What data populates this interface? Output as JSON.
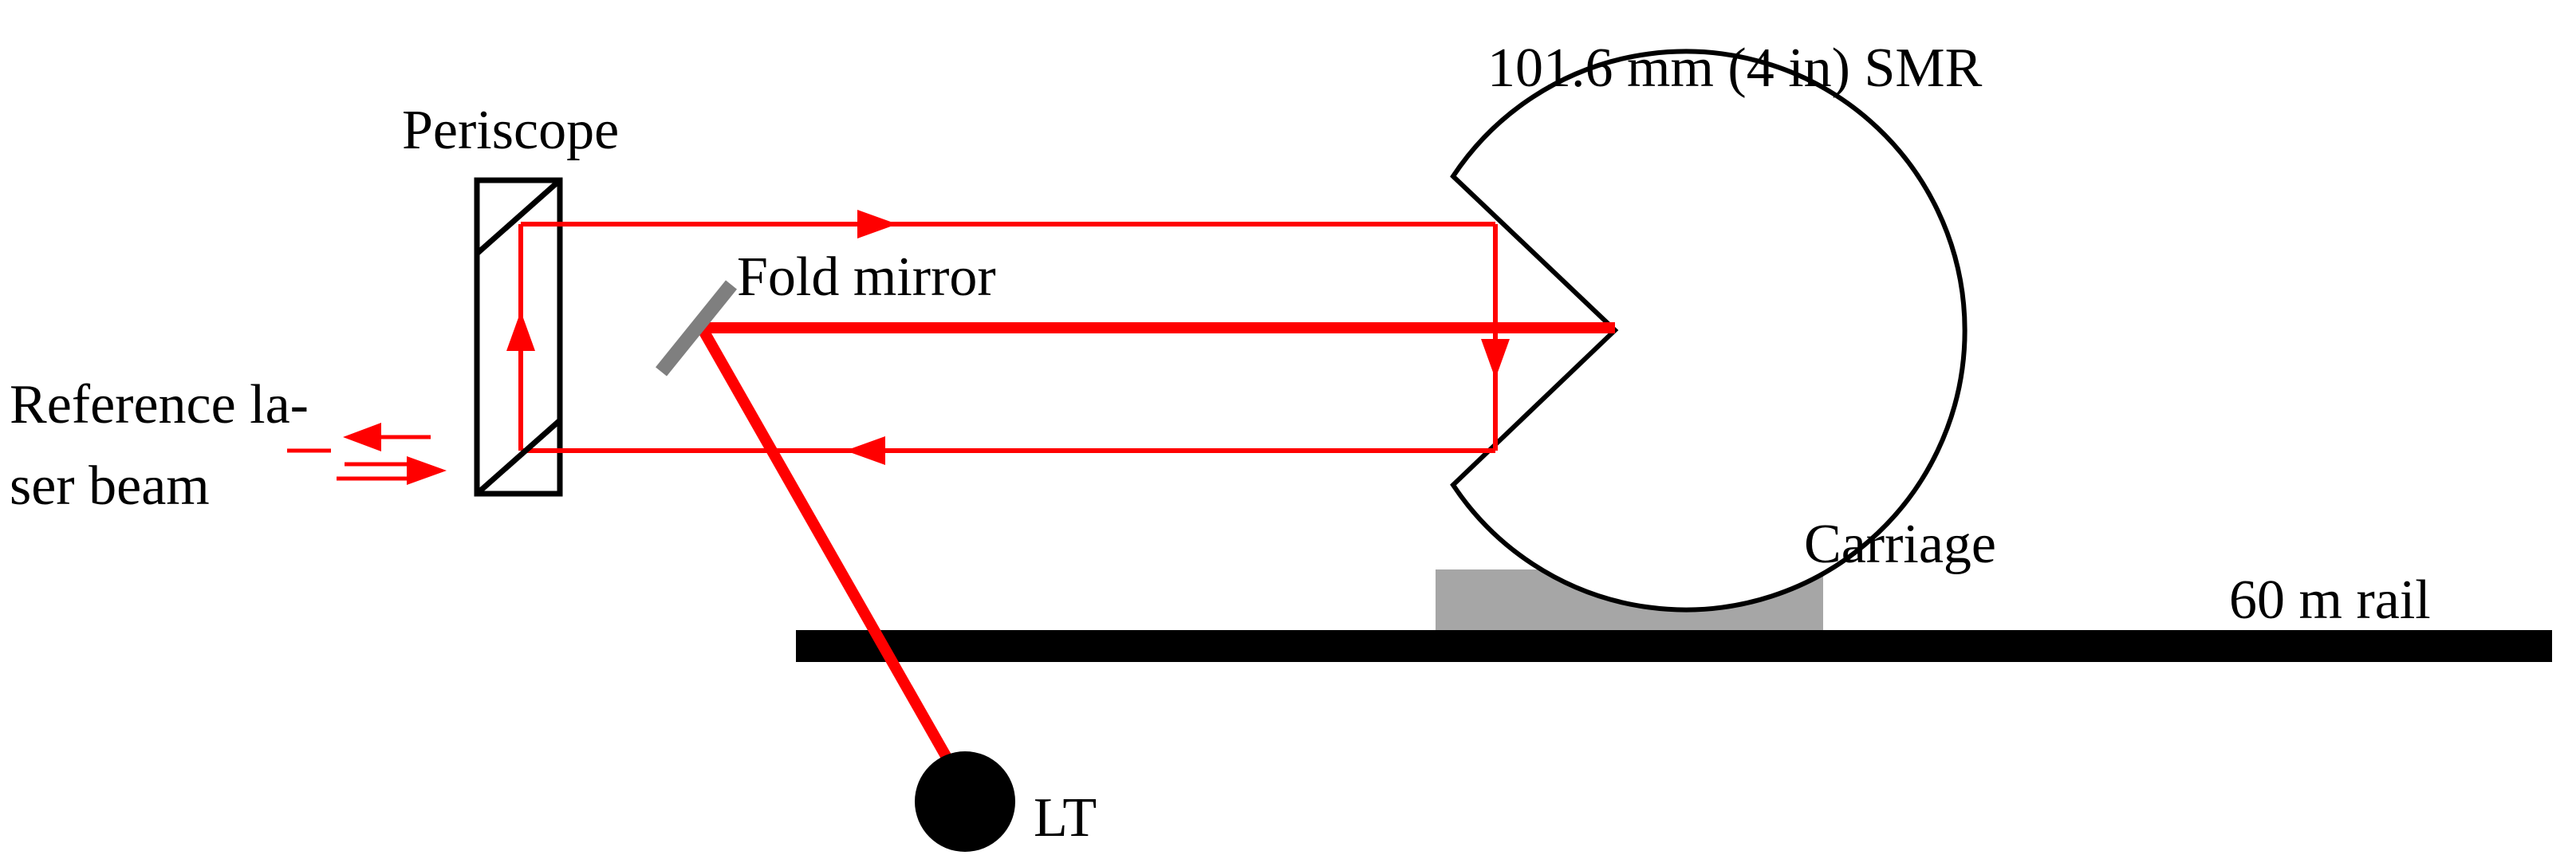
{
  "labels": {
    "smr": "101.6 mm (4 in) SMR",
    "periscope": "Periscope",
    "fold_mirror": "Fold mirror",
    "reference_line1": "Reference la-",
    "reference_line2": "ser beam",
    "carriage": "Carriage",
    "rail": "60 m rail",
    "lt": "LT"
  },
  "colors": {
    "beam": "#ff0000",
    "outline": "#000000",
    "carriage": "#a6a6a6",
    "fold_mirror": "#7f7f7f",
    "background": "#ffffff"
  }
}
